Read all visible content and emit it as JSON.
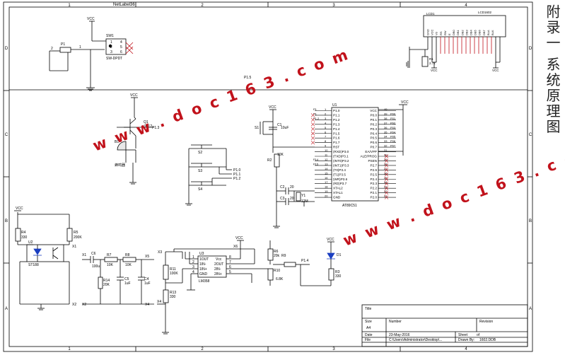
{
  "side_title": "附录一 系统原理图",
  "sheet_label": "NetLabel36",
  "watermark": "w w w . d o c 1 6 3 . c o m",
  "border": {
    "columns": [
      "1",
      "2",
      "3",
      "4"
    ],
    "rows": [
      "D",
      "C",
      "B",
      "A"
    ]
  },
  "power": "VCC",
  "nets": {
    "p15": "P1.5",
    "p13": "P1.3",
    "p14": "P1.4",
    "x1": "X1",
    "x2": "X2",
    "x3": "X3",
    "x4": "X4",
    "x5": "X5",
    "x6": "X6"
  },
  "parts": {
    "p1": {
      "ref": "P1",
      "pin1": "1",
      "pin2": "2"
    },
    "sw1": {
      "ref": "SW1",
      "name": "SW-DPDT",
      "pins": [
        "1",
        "4",
        "2",
        "5",
        "3",
        "6"
      ]
    },
    "lcd": {
      "ref": "LCD1",
      "name": "LCD1602",
      "pins": [
        "GND",
        "VCC",
        "V0",
        "RS",
        "RW",
        "E",
        "DB0",
        "DB1",
        "DB2",
        "DB3",
        "DB4",
        "DB5",
        "DB6",
        "DB7",
        "BLA",
        "BLK"
      ]
    },
    "r1": {
      "ref": "R1",
      "value": "2.7k"
    },
    "q1": {
      "ref": "Q1",
      "name": "9012"
    },
    "b1": {
      "ref": "B1",
      "name": "蜂鸣器"
    },
    "s1": {
      "ref": "S1"
    },
    "c1": {
      "ref": "C1",
      "value": "10uF"
    },
    "r2": {
      "ref": "R2",
      "value": "10K"
    },
    "c2": {
      "ref": "C2",
      "value": "20"
    },
    "c3": {
      "ref": "C3",
      "value": "20"
    },
    "y1": {
      "ref": "Y1",
      "value": "12M"
    },
    "s2": {
      "ref": "S2"
    },
    "s3": {
      "ref": "S3"
    },
    "s4": {
      "ref": "S4"
    },
    "keys": {
      "k0": "P1.0",
      "k1": "P1.1",
      "k2": "P1.2"
    },
    "u1": {
      "ref": "U1",
      "name": "AT89C51",
      "left_pins": [
        {
          "net": "P1",
          "num": "1",
          "label": "P1.0"
        },
        {
          "net": "P1",
          "num": "2",
          "label": "P1.1"
        },
        {
          "net": "P1.2",
          "num": "3",
          "label": "P1.2"
        },
        {
          "net": "",
          "num": "4",
          "label": "P1.3"
        },
        {
          "net": "",
          "num": "5",
          "label": "P1.4"
        },
        {
          "net": "",
          "num": "6",
          "label": "P1.5"
        },
        {
          "net": "",
          "num": "7",
          "label": "P1.6"
        },
        {
          "net": "",
          "num": "8",
          "label": "P1.7"
        },
        {
          "net": "",
          "num": "9",
          "label": "RST"
        },
        {
          "net": "",
          "num": "10",
          "label": "(RXD)P3.0"
        },
        {
          "net": "",
          "num": "11",
          "label": "(TXD)P3.1"
        },
        {
          "net": "P14",
          "num": "12",
          "label": "(INT0)P3.2"
        },
        {
          "net": "P15",
          "num": "13",
          "label": "(INT1)P3.3"
        },
        {
          "net": "",
          "num": "14",
          "label": "(T0)P3.4"
        },
        {
          "net": "",
          "num": "15",
          "label": "(T1)P3.5"
        },
        {
          "net": "",
          "num": "16",
          "label": "(WR)P3.6"
        },
        {
          "net": "",
          "num": "17",
          "label": "(RD)P3.7"
        },
        {
          "net": "",
          "num": "18",
          "label": "XTAL2"
        },
        {
          "net": "",
          "num": "19",
          "label": "XTAL1"
        },
        {
          "net": "",
          "num": "20",
          "label": "GND"
        }
      ],
      "right_pins": [
        {
          "net": "",
          "num": "40",
          "label": "VCC"
        },
        {
          "net": "P00",
          "num": "39",
          "label": "P0.0"
        },
        {
          "net": "P01",
          "num": "38",
          "label": "P0.1"
        },
        {
          "net": "P02",
          "num": "37",
          "label": "P0.2"
        },
        {
          "net": "P03",
          "num": "36",
          "label": "P0.3"
        },
        {
          "net": "P04",
          "num": "35",
          "label": "P0.4"
        },
        {
          "net": "P05",
          "num": "34",
          "label": "P0.5"
        },
        {
          "net": "P06",
          "num": "33",
          "label": "P0.6"
        },
        {
          "net": "P07",
          "num": "32",
          "label": "P0.7"
        },
        {
          "net": "",
          "num": "31",
          "label": "EA/VPP"
        },
        {
          "net": "",
          "num": "30",
          "label": "ALE/PROG"
        },
        {
          "net": "",
          "num": "29",
          "label": "PSEN"
        },
        {
          "net": "",
          "num": "28",
          "label": "P2.7"
        },
        {
          "net": "",
          "num": "27",
          "label": "P2.6"
        },
        {
          "net": "",
          "num": "26",
          "label": "P2.5"
        },
        {
          "net": "",
          "num": "25",
          "label": "P2.4"
        },
        {
          "net": "",
          "num": "24",
          "label": "P2.3"
        },
        {
          "net": "",
          "num": "23",
          "label": "P2.2"
        },
        {
          "net": "",
          "num": "22",
          "label": "P2.1"
        },
        {
          "net": "",
          "num": "21",
          "label": "P2.0"
        }
      ]
    },
    "r4": {
      "ref": "R4",
      "value": "330"
    },
    "r5": {
      "ref": "R5",
      "value": "200K"
    },
    "u2": {
      "ref": "U2",
      "name": "ST188"
    },
    "c6": {
      "ref": "C6",
      "value": "100u"
    },
    "r7": {
      "ref": "R7",
      "value": "10K"
    },
    "r8": {
      "ref": "R8",
      "value": "10K"
    },
    "r14": {
      "ref": "R14",
      "value": "20K"
    },
    "c5": {
      "ref": "C5",
      "value": "1uF"
    },
    "c4": {
      "ref": "C4",
      "value": "1uF"
    },
    "r11": {
      "ref": "R11",
      "value": "100K"
    },
    "r13": {
      "ref": "R13",
      "value": "330"
    },
    "u3": {
      "ref": "U3",
      "name": "LM358",
      "pins_left": [
        "1OUT",
        "1IN-",
        "1IN+",
        "GND"
      ],
      "pins_right": [
        "Vcc",
        "2OUT",
        "2IN-",
        "2IN+"
      ],
      "nums_left": [
        "1",
        "2",
        "3",
        "4"
      ],
      "nums_right": [
        "8",
        "7",
        "6",
        "5"
      ]
    },
    "r6": {
      "ref": "R6",
      "value": "20k"
    },
    "r9": {
      "ref": "R9",
      "value": ""
    },
    "r10": {
      "ref": "R10",
      "value": "6.8K"
    },
    "d1": {
      "ref": "D1"
    },
    "r3": {
      "ref": "R3",
      "value": "330"
    }
  },
  "title_block": {
    "title_label": "Title",
    "size_label": "Size",
    "size_value": "A4",
    "number_label": "Number",
    "revision_label": "Revision",
    "date_label": "Date",
    "date_value": "23-May-2016",
    "sheet_label": "Sheet",
    "sheet_of": "of",
    "file_label": "File",
    "file_value": "C:\\Users\\Administrator\\Desktop\\...",
    "drawn_label": "Drawn By:",
    "drawn_value": "1602.DDB"
  }
}
